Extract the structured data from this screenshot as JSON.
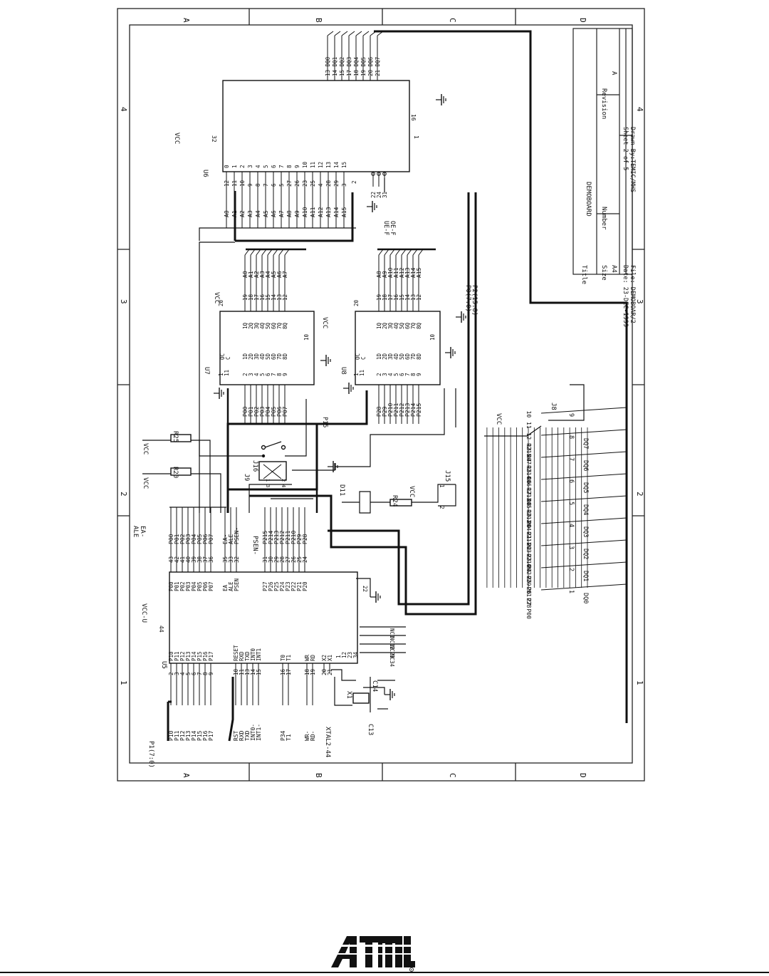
{
  "border": {
    "columns": [
      "A",
      "B",
      "C",
      "D"
    ],
    "rows": [
      "1",
      "2",
      "3",
      "4"
    ]
  },
  "title_block": {
    "title_label": "Title",
    "title": "DEMOBOARD",
    "size_label": "Size",
    "size": "A4",
    "number_label": "Number",
    "revision_label": "Revision",
    "revision": "A",
    "date": "Date: 23-DEC-1999",
    "sheet": "Sheet 2 of 5",
    "file": "File: DEMOBOAR/2",
    "drawn": "Drawn By:TEMIC/MHS"
  },
  "parts": {
    "u5": "U5",
    "u6": "U6",
    "u7": "U7",
    "u8": "U8",
    "j8": "J8",
    "j15": "J15",
    "j16": "J16",
    "r20": "R20",
    "r24": "R24",
    "r25": "R25",
    "d11": "D11",
    "x1": "X1",
    "c13": "C13",
    "c14": "C14"
  },
  "nets": {
    "vcc": "VCC",
    "vcc_u": "VCC-U",
    "ale": "ALE",
    "ea_n": "EA-",
    "psen_n": "PSEN-",
    "p1_bus": "P1(7:0)",
    "p0_bus": "P0(7:0)",
    "p2_bus": "P2(15:8)",
    "xtal": "XTAL2-44",
    "p15": "P15",
    "ue_f": "UE-F",
    "oe_f": "OE-F",
    "pin44": "44",
    "pin32": "32",
    "pin16": "16",
    "pin1": "1"
  },
  "u5_left": {
    "nets": [
      "P10",
      "P11",
      "P12",
      "P13",
      "P14",
      "P15",
      "P16",
      "P17",
      "RST",
      "RXD",
      "TXD",
      "INT0-",
      "INT1-",
      "P34",
      "T1",
      "WR-",
      "RD-"
    ],
    "pins": [
      "2",
      "3",
      "4",
      "5",
      "6",
      "7",
      "8",
      "9",
      "10",
      "11",
      "13",
      "14",
      "15",
      "16",
      "17",
      "18",
      "19"
    ],
    "inside": [
      "P10",
      "P11",
      "P12",
      "P13",
      "P14",
      "P15",
      "P16",
      "P17",
      "RESET",
      "RXD",
      "TXD",
      "INT0",
      "INT1",
      "T0",
      "T1",
      "WR",
      "RD"
    ]
  },
  "u5_xtal": {
    "pins": [
      "20",
      "21"
    ],
    "inside": [
      "X2",
      "X1"
    ]
  },
  "u5_nc": {
    "pins": [
      "1",
      "12",
      "23",
      "34"
    ],
    "nets": [
      "NC1",
      "NC12",
      "NC23",
      "NC34"
    ]
  },
  "u5_right": {
    "nets": [
      "P00",
      "P01",
      "P02",
      "P03",
      "P04",
      "P05",
      "P06",
      "P07",
      "EA-",
      "ALE",
      "PSEN-",
      "P215",
      "P214",
      "P213",
      "P212",
      "P211",
      "P210",
      "P29",
      "P28"
    ],
    "pins": [
      "43",
      "42",
      "41",
      "40",
      "39",
      "38",
      "37",
      "36",
      "35",
      "33",
      "32",
      "31",
      "30",
      "29",
      "28",
      "27",
      "26",
      "25",
      "24"
    ],
    "inside": [
      "P00",
      "P01",
      "P02",
      "P03",
      "P04",
      "P05",
      "P06",
      "P07",
      "EA",
      "ALE",
      "PSEN",
      "P27",
      "P26",
      "P25",
      "P24",
      "P23",
      "P22",
      "P21",
      "P20"
    ]
  },
  "u5_gnd_pin": "22",
  "u7": {
    "in_nets": [
      "P00",
      "P01",
      "P02",
      "P03",
      "P04",
      "P05",
      "P06",
      "P07"
    ],
    "in_pins": [
      "2",
      "3",
      "4",
      "5",
      "6",
      "7",
      "8",
      "9"
    ],
    "d_names": [
      "1D",
      "2D",
      "3D",
      "4D",
      "5D",
      "6D",
      "7D",
      "8D"
    ],
    "q_names": [
      "1Q",
      "2Q",
      "3Q",
      "4Q",
      "5Q",
      "6Q",
      "7Q",
      "8Q"
    ],
    "out_pins": [
      "19",
      "18",
      "17",
      "16",
      "15",
      "14",
      "13",
      "12"
    ],
    "out_nets": [
      "A0",
      "A1",
      "A2",
      "A3",
      "A4",
      "A5",
      "A6",
      "A7"
    ],
    "oc": "OC",
    "c": "C",
    "oc_pin": "1",
    "c_pin": "11",
    "vcc_pin": "20",
    "gnd_pin": "10"
  },
  "u8": {
    "in_nets": [
      "P28",
      "P29",
      "P210",
      "P211",
      "P212",
      "P213",
      "P214",
      "P215"
    ],
    "in_pins": [
      "2",
      "3",
      "4",
      "5",
      "6",
      "7",
      "8",
      "9"
    ],
    "d_names": [
      "1D",
      "2D",
      "3D",
      "4D",
      "5D",
      "6D",
      "7D",
      "8D"
    ],
    "q_names": [
      "1Q",
      "2Q",
      "3Q",
      "4Q",
      "5Q",
      "6Q",
      "7Q",
      "8Q"
    ],
    "out_pins": [
      "19",
      "18",
      "17",
      "16",
      "15",
      "14",
      "13",
      "12"
    ],
    "out_nets": [
      "A8",
      "A9",
      "A10",
      "A11",
      "A12",
      "A13",
      "A14",
      "A15"
    ],
    "oc": "OC",
    "c": "C",
    "oc_pin": "1",
    "c_pin": "11",
    "vcc_pin": "20",
    "gnd_pin": "10"
  },
  "u6": {
    "addr_nets": [
      "A0",
      "A1",
      "A2",
      "A3",
      "A4",
      "A5",
      "A6",
      "A7",
      "A8",
      "A9",
      "A10",
      "A11",
      "A12",
      "A13",
      "A14",
      "A15"
    ],
    "addr_pins": [
      "12",
      "11",
      "10",
      "9",
      "8",
      "7",
      "6",
      "5",
      "27",
      "26",
      "23",
      "25",
      "4",
      "28",
      "29",
      "3"
    ],
    "addr_inside": [
      "0",
      "1",
      "2",
      "3",
      "4",
      "5",
      "6",
      "7",
      "8",
      "9",
      "10",
      "11",
      "12",
      "13",
      "14",
      "15"
    ],
    "data_pins": [
      "13",
      "14",
      "15",
      "17",
      "18",
      "19",
      "20",
      "21"
    ],
    "data_nets": [
      "DQ0",
      "DQ1",
      "DQ2",
      "DQ3",
      "DQ4",
      "DQ5",
      "DQ6",
      "DQ7"
    ],
    "ctrl_pins": [
      "22",
      "24",
      "31"
    ],
    "pin2": "2"
  },
  "j8": {
    "left_pins": [
      "27",
      "26",
      "25",
      "24",
      "23",
      "22",
      "21",
      "20",
      "19",
      "18",
      "17",
      "16",
      "15",
      "14",
      "13",
      "12",
      "11",
      "10"
    ],
    "left_nets": [
      "P00",
      "P28",
      "P01",
      "P29",
      "P02",
      "P210",
      "P03",
      "P211",
      "P04",
      "P212",
      "P05",
      "P213",
      "P06",
      "P214",
      "P07",
      "P215",
      "",
      ""
    ],
    "right_pins": [
      "1",
      "2",
      "3",
      "4",
      "5",
      "6",
      "7",
      "8",
      "9"
    ],
    "right_nets": [
      "DQ0",
      "DQ1",
      "DQ2",
      "DQ3",
      "DQ4",
      "DQ5",
      "DQ6",
      "DQ7",
      ""
    ]
  },
  "j16_pins": [
    "1",
    "2",
    "3",
    "4"
  ],
  "j15_pins": [
    "1",
    "2"
  ],
  "j9": "J9"
}
